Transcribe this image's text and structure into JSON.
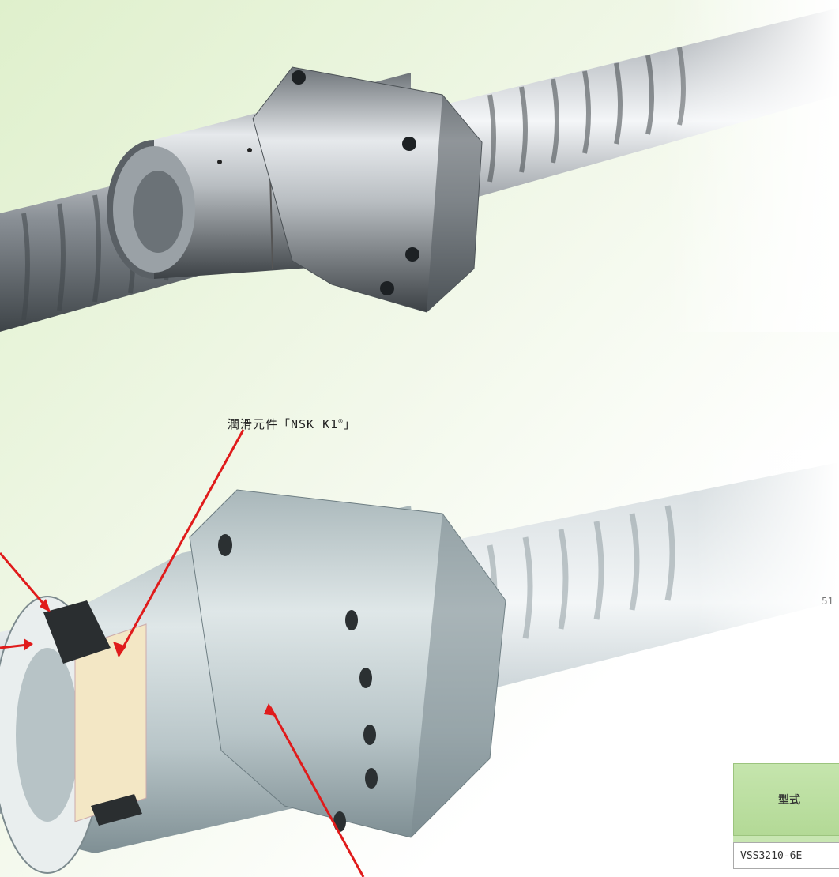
{
  "callout": {
    "label": "潤滑元件「NSK K1",
    "reg": "®",
    "close": "」"
  },
  "edge_text": "51",
  "table": {
    "header": "型式",
    "row1": "VSS3210-6E"
  },
  "colors": {
    "arrow": "#e01b1b",
    "table_header": "#c5e5ad",
    "bg_tint": "#e4f2d4"
  },
  "icons": [
    "arrow-pointer-icon"
  ]
}
